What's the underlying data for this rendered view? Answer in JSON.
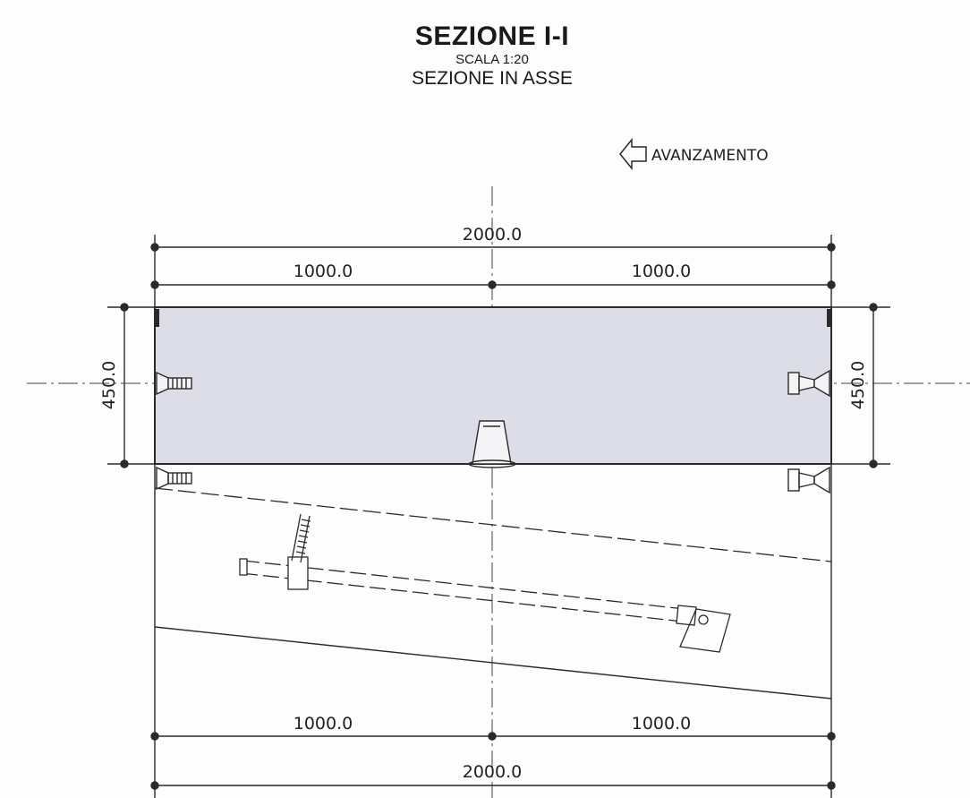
{
  "title": {
    "main": "SEZIONE I-I",
    "scale": "SCALA 1:20",
    "subtitle": "SEZIONE IN ASSE"
  },
  "direction": {
    "label": "AVANZAMENTO",
    "icon": "left-arrow-icon"
  },
  "dimensions": {
    "top_total": "2000.0",
    "top_left": "1000.0",
    "top_right": "1000.0",
    "left_height": "450.0",
    "right_height": "450.0",
    "bottom_left": "1000.0",
    "bottom_right": "1000.0",
    "bottom_total": "2000.0"
  },
  "colors": {
    "section_fill": "#dcdde6",
    "line": "#2a2a2a"
  }
}
